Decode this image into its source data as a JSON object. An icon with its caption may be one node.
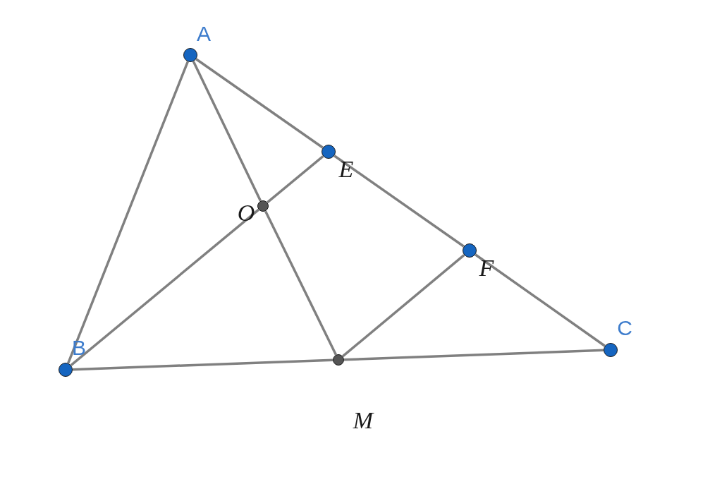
{
  "diagram": {
    "nodes": [
      {
        "text": [
          "A"
        ]
      },
      {
        "text": [
          "B"
        ]
      },
      {
        "text": [
          "C"
        ]
      },
      {
        "text": [
          "E"
        ]
      },
      {
        "text": [
          "F"
        ]
      },
      {
        "text": [
          "O"
        ]
      },
      {
        "text": [
          "M"
        ]
      }
    ],
    "edges": [
      {
        "from": 0,
        "to": 1,
        "arrow": "none"
      },
      {
        "from": 0,
        "to": 3,
        "arrow": "none"
      },
      {
        "from": 3,
        "to": 4,
        "arrow": "none"
      },
      {
        "from": 4,
        "to": 2,
        "arrow": "none"
      },
      {
        "from": 1,
        "to": 6,
        "arrow": "none"
      },
      {
        "from": 6,
        "to": 2,
        "arrow": "none"
      },
      {
        "from": 0,
        "to": 5,
        "arrow": "none"
      },
      {
        "from": 5,
        "to": 6,
        "arrow": "none"
      },
      {
        "from": 1,
        "to": 5,
        "arrow": "none"
      },
      {
        "from": 5,
        "to": 3,
        "arrow": "none"
      },
      {
        "from": 6,
        "to": 4,
        "arrow": "none"
      }
    ]
  }
}
